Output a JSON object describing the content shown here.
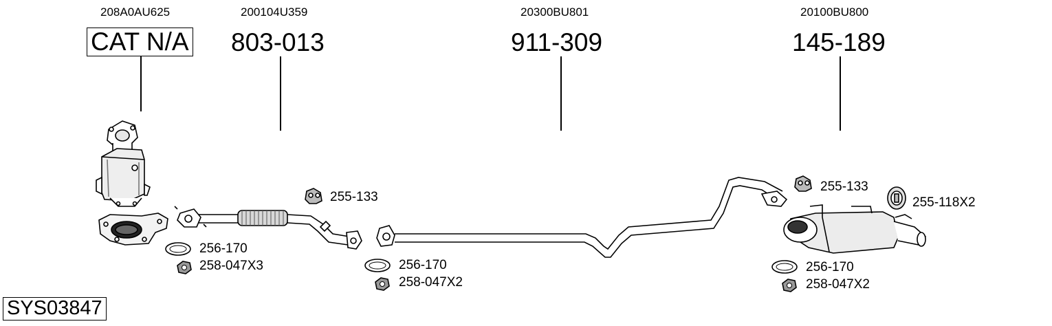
{
  "system_code": "SYS03847",
  "sections": [
    {
      "oem": "208A0AU625",
      "part": "CAT N/A"
    },
    {
      "oem": "200104U359",
      "part": "803-013"
    },
    {
      "oem": "20300BU801",
      "part": "911-309"
    },
    {
      "oem": "20100BU800",
      "part": "145-189"
    }
  ],
  "accessories": {
    "hanger_front": "255-133",
    "hanger_rear": "255-133",
    "rubber_ring": "255-118X2",
    "gasket_1": "256-170",
    "nut_1": "258-047X3",
    "gasket_2": "256-170",
    "nut_2": "258-047X2",
    "gasket_3": "256-170",
    "nut_3": "258-047X2"
  }
}
